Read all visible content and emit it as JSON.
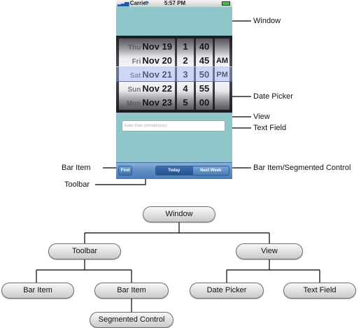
{
  "phone": {
    "status_bar": {
      "carrier": "Carrier",
      "time": "5:57 PM"
    },
    "date_picker": {
      "date_wheel": [
        {
          "day": "Thu",
          "date": "Nov 19"
        },
        {
          "day": "Fri",
          "date": "Nov 20"
        },
        {
          "day": "Sat",
          "date": "Nov 21"
        },
        {
          "day": "Sun",
          "date": "Nov 22"
        },
        {
          "day": "Mon",
          "date": "Nov 23"
        }
      ],
      "hour_wheel": [
        "1",
        "2",
        "3",
        "4",
        "5"
      ],
      "minute_wheel": [
        "40",
        "45",
        "50",
        "55",
        "00"
      ],
      "ampm_wheel": [
        "",
        "AM",
        "PM",
        "",
        ""
      ]
    },
    "text_field": {
      "placeholder": "Enter Date (mm/dd/yyyy)"
    },
    "toolbar": {
      "find_label": "Find",
      "segments": [
        "Today",
        "Next Week"
      ]
    }
  },
  "callouts": {
    "window": "Window",
    "date_picker": "Date Picker",
    "view": "View",
    "text_field": "Text Field",
    "bar_item": "Bar Item",
    "bar_item_segmented": "Bar Item/Segmented Control",
    "toolbar": "Toolbar"
  },
  "hierarchy": {
    "window": "Window",
    "toolbar": "Toolbar",
    "view": "View",
    "bar_item_1": "Bar Item",
    "bar_item_2": "Bar Item",
    "date_picker": "Date Picker",
    "text_field": "Text Field",
    "segmented_control": "Segmented Control"
  }
}
